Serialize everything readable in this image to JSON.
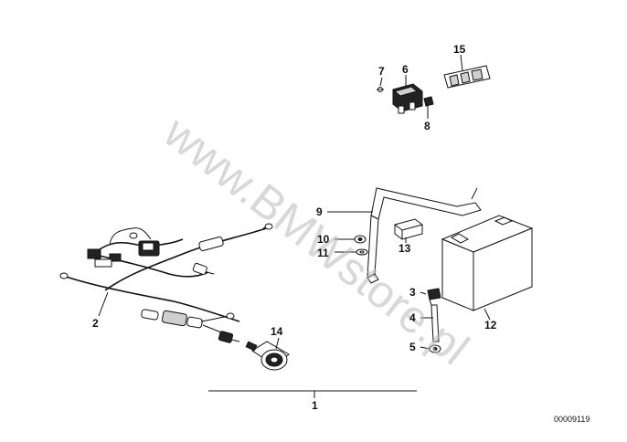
{
  "callouts": {
    "c1": "1",
    "c2": "2",
    "c3": "3",
    "c4": "4",
    "c5": "5",
    "c6": "6",
    "c7": "7",
    "c8": "8",
    "c9": "9",
    "c10": "10",
    "c11": "11",
    "c12": "12",
    "c13": "13",
    "c14": "14",
    "c15": "15"
  },
  "reference_number": "00009119",
  "watermark": "www.BMWstore.pl"
}
